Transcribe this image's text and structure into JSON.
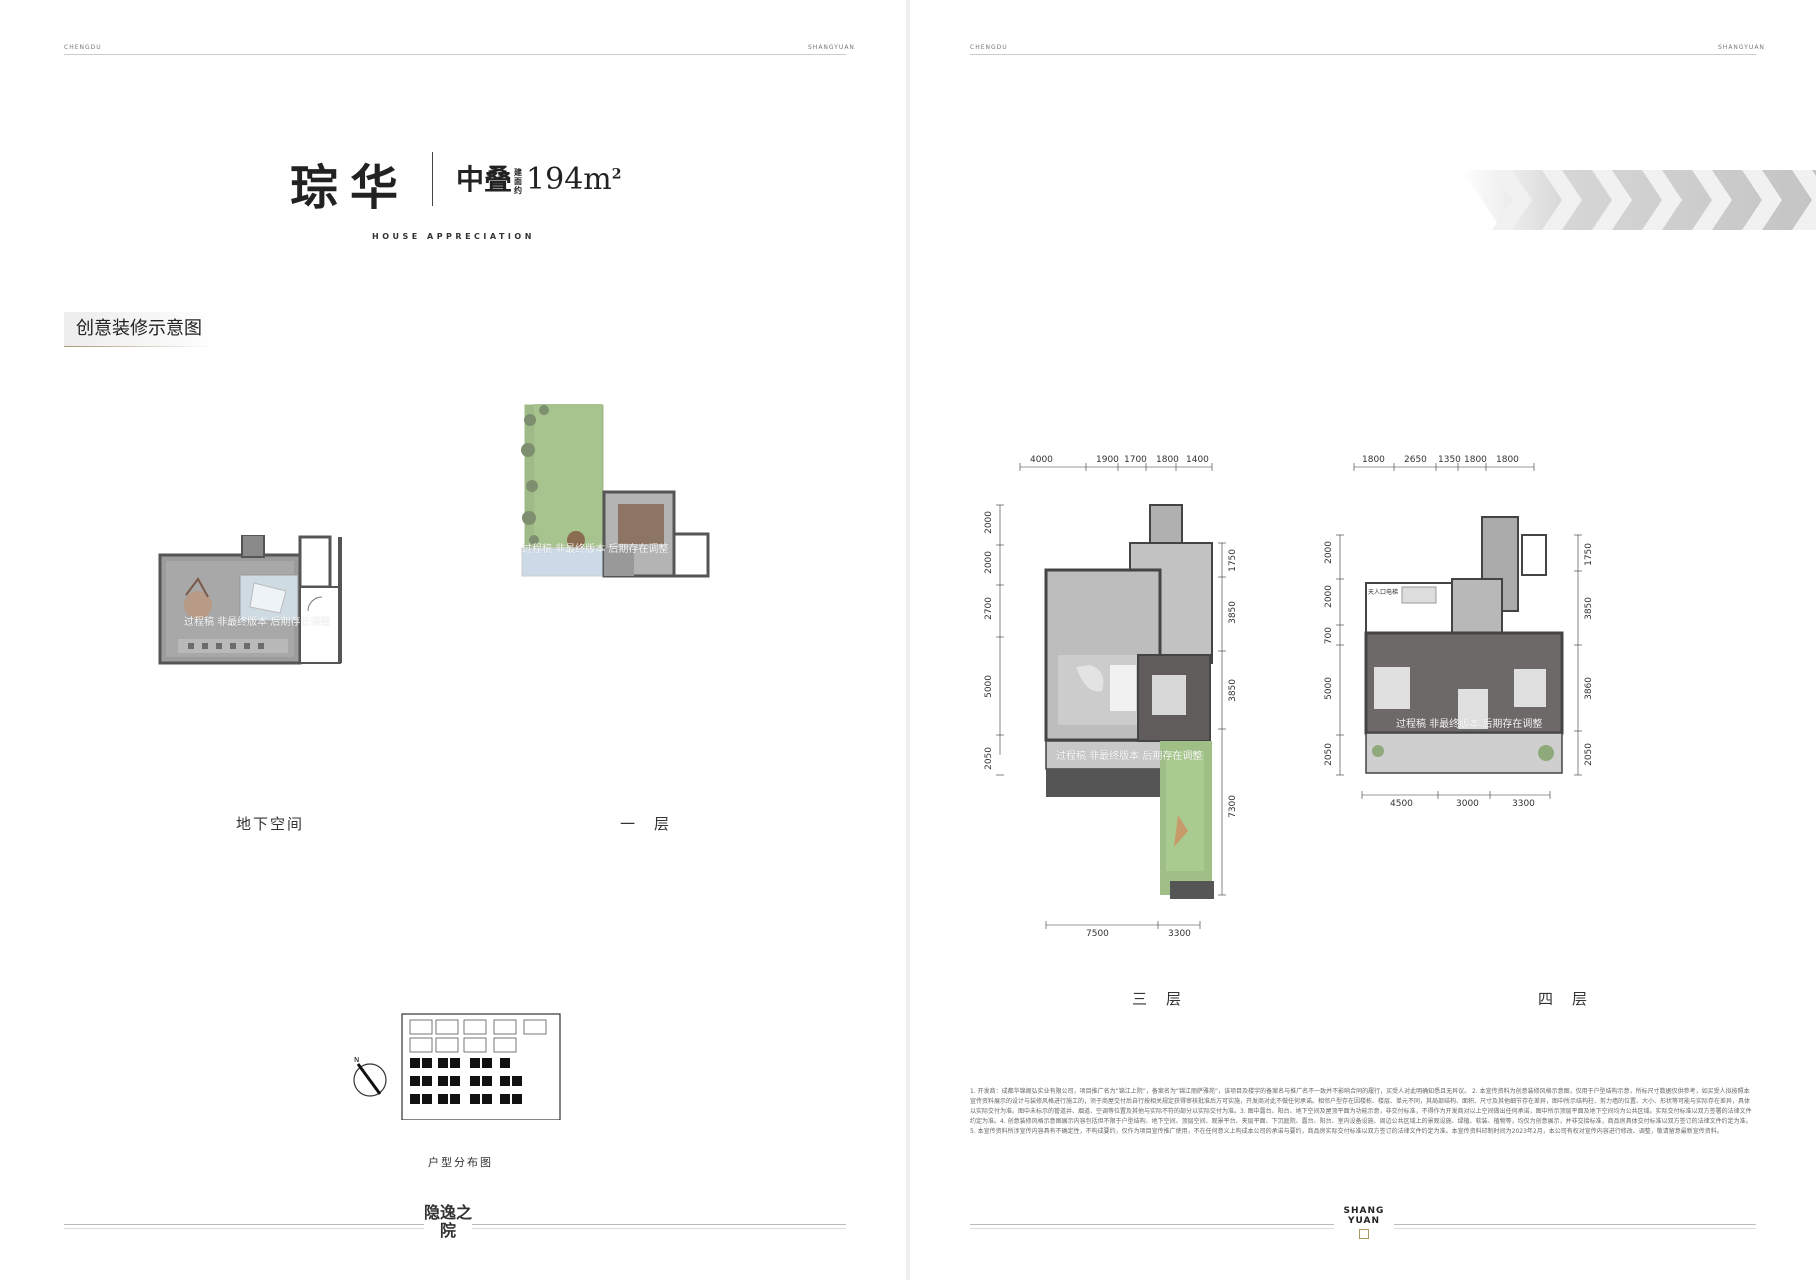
{
  "header": {
    "left": "CHENGDU",
    "right": "SHANGYUAN"
  },
  "title": {
    "name": "琮华",
    "type": "中叠",
    "area_prefix": "建面约",
    "area": "194m",
    "area_sup": "2",
    "subtitle": "HOUSE APPRECIATION"
  },
  "section_label": "创意装修示意图",
  "watermark": "过程稿 非最终版本 后期存在调整",
  "floor_labels": {
    "basement": "地下空间",
    "first": "一　层",
    "third": "三　层",
    "fourth": "四　层"
  },
  "distribution_label": "户型分布图",
  "logo_left": "隐逸之院",
  "brand": {
    "line1": "SHANG",
    "line2": "YUAN"
  },
  "third_floor_dims": {
    "top": [
      "4000",
      "1900",
      "1700",
      "1800",
      "1400"
    ],
    "left": [
      "2000",
      "2000",
      "2700",
      "5000",
      "2050"
    ],
    "right": [
      "1750",
      "3850",
      "3850",
      "7300"
    ],
    "bottom": [
      "7500",
      "3300"
    ]
  },
  "fourth_floor_dims": {
    "top": [
      "1800",
      "2650",
      "1350",
      "1800",
      "1800"
    ],
    "left": [
      "2000",
      "2000",
      "700",
      "5000",
      "2050"
    ],
    "right": [
      "1750",
      "3850",
      "3860",
      "2050"
    ],
    "bottom": [
      "4500",
      "3000",
      "3300"
    ]
  },
  "fourth_floor_room_text": "天人口电梯",
  "notes": "1. 开发商：成都华锦阁弘实业有限公司，项目推广名为“锦江上院”，备案名为“锦江丽萨雅苑”，该项目及楼宇的备案名与推广名不一致并不影响合同的履行，买受人对此明确知悉且无异议。 2. 本宣传资料为创意装修风格示意图，仅用于户型结构示意，所标尺寸数据仅供参考，如买受人拟按照本宣传资料展示的设计与装修风格进行施工的，须于商屋交付后自行按相关规定获得审核批准后方可实施，开发商对此不做任何承诺。相邻户型存在因楼栋、楼层、单元不同，其局部结构、面积、尺寸及其他细节存在差异，图中所示结构柱、剪力墙的位置、大小、形状等可能与实际存在差异，具体以实际交付为准。图中未标示的管道井、烟道、空调等位置及其他与实际不符的部分以实际交付为准。3. 图中露台、阳台、地下空间及屋顶平面为功能示意，非交付标准，不得作为开发商对以上空间做出任何承诺，图中所示顶层平面及地下空间均为公共区域。实际交付标准以双方签署的法律文件约定为准。4. 创意装修风格示意图展示内容包括但不限于户型结构、地下空间、顶层空间、观景平台、夹层平面、下沉庭院、露台、阳台、室内设备设施、周边公共区域上的景观设施、绿植、软装、植物等，均仅为创意展示，并非交接标准，商品房具体交付标准以双方签订的法律文件约定为准。5. 本宣传资料所涉宣传内容具有不确定性，不构成要约，仅作为项目宣传推广使用，不在任何意义上构成本公司的承诺与要约，商品房实际交付标准以双方签订的法律文件约定为准。本宣传资料印制时间为2023年2月，本公司有权对宣传内容进行修改、调整，敬请留意最新宣传资料。"
}
